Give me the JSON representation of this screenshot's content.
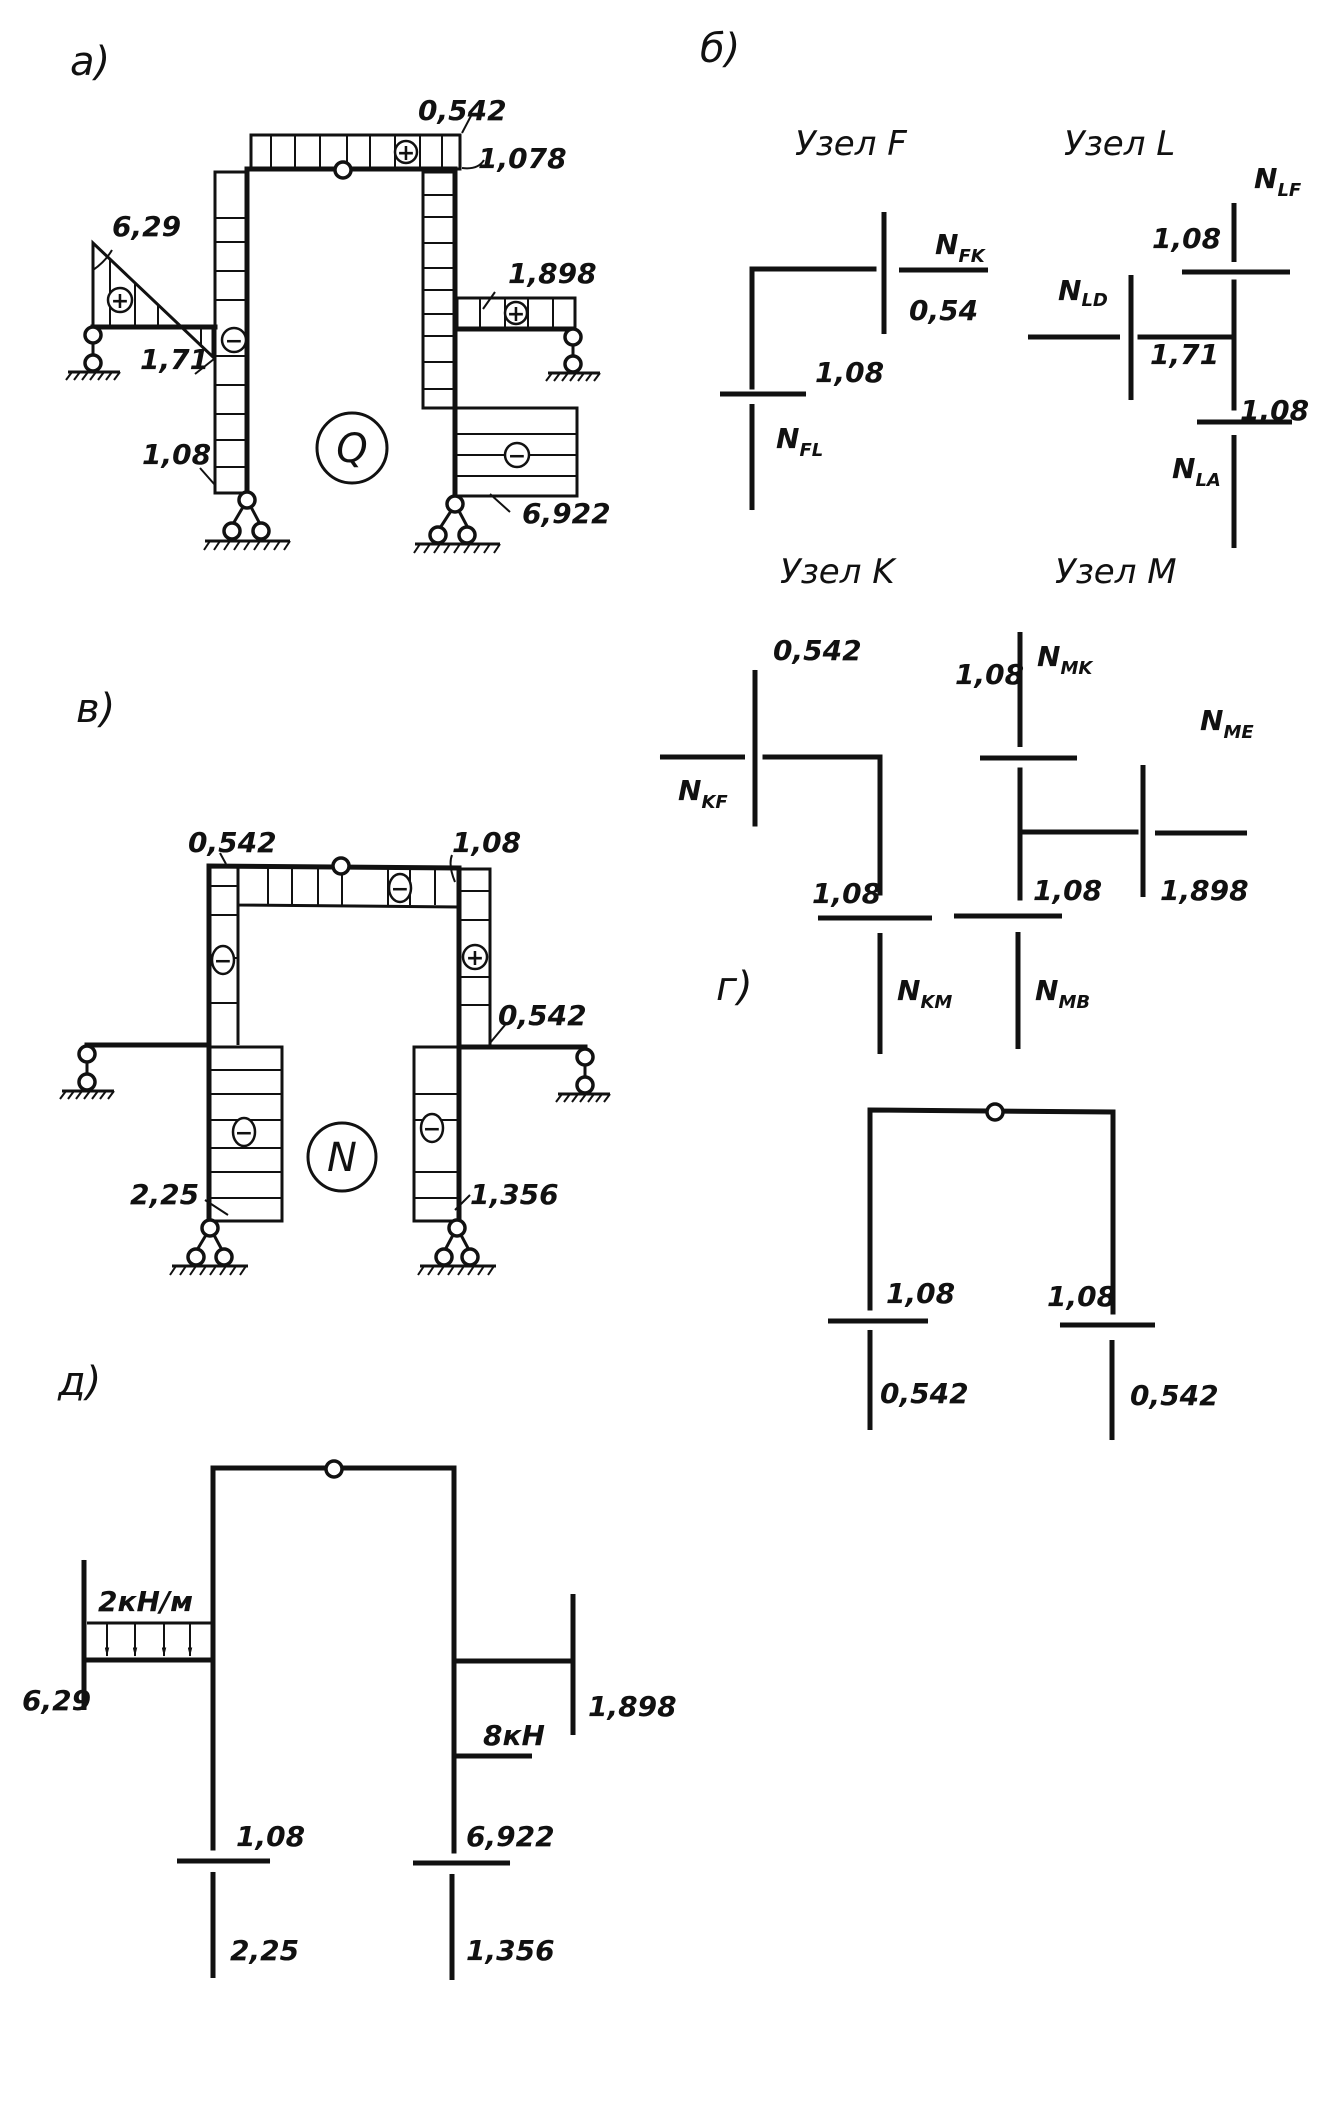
{
  "panels": {
    "a": {
      "heading": "а)",
      "diagram_symbol": "Q",
      "labels": {
        "v629": "6,29",
        "v171": "1,71",
        "v108": "1,08",
        "v0542": "0,542",
        "v1078": "1,078",
        "v1898": "1,898",
        "v6922": "6,922"
      },
      "signs": {
        "left_bracket": "+",
        "left_column": "−",
        "top_beam": "+",
        "right_bracket": "+",
        "right_lower": "−"
      }
    },
    "b": {
      "heading": "б)",
      "nodes": [
        {
          "title": "Узел F",
          "labels": {
            "nfk": "N",
            "nfk_sub": "FK",
            "v054": "0,54",
            "v108": "1,08",
            "nfl": "N",
            "nfl_sub": "FL"
          }
        },
        {
          "title": "Узел L",
          "labels": {
            "nlf": "N",
            "nlf_sub": "LF",
            "v108a": "1,08",
            "nld": "N",
            "nld_sub": "LD",
            "v171": "1,71",
            "v108b": "1,08",
            "nla": "N",
            "nla_sub": "LA"
          }
        },
        {
          "title": "Узел K",
          "labels": {
            "v0542": "0,542",
            "nkf": "N",
            "nkf_sub": "KF",
            "v108": "1,08",
            "nkm": "N",
            "nkm_sub": "KM"
          }
        },
        {
          "title": "Узел M",
          "labels": {
            "v108a": "1,08",
            "nmk": "N",
            "nmk_sub": "MK",
            "nme": "N",
            "nme_sub": "ME",
            "v108b": "1,08",
            "v1898": "1,898",
            "nmb": "N",
            "nmb_sub": "MB"
          }
        }
      ]
    },
    "v": {
      "heading": "в)",
      "diagram_symbol": "N",
      "labels": {
        "v0542_top": "0,542",
        "v108": "1,08",
        "v0542_right": "0,542",
        "v225": "2,25",
        "v1356": "1,356"
      },
      "signs": {
        "top_beam": "−",
        "left_upper": "−",
        "right_upper": "+",
        "left_lower": "−",
        "right_lower": "−"
      }
    },
    "g": {
      "heading": "г)",
      "labels": {
        "v108_left": "1,08",
        "v108_right": "1,08",
        "v0542_left": "0,542",
        "v0542_right": "0,542"
      }
    },
    "d": {
      "heading": "д)",
      "labels": {
        "load": "2кН/м",
        "v629": "6,29",
        "v1898": "1,898",
        "force": "8кН",
        "v108": "1,08",
        "v6922": "6,922",
        "v225": "2,25",
        "v1356": "1,356"
      }
    }
  }
}
